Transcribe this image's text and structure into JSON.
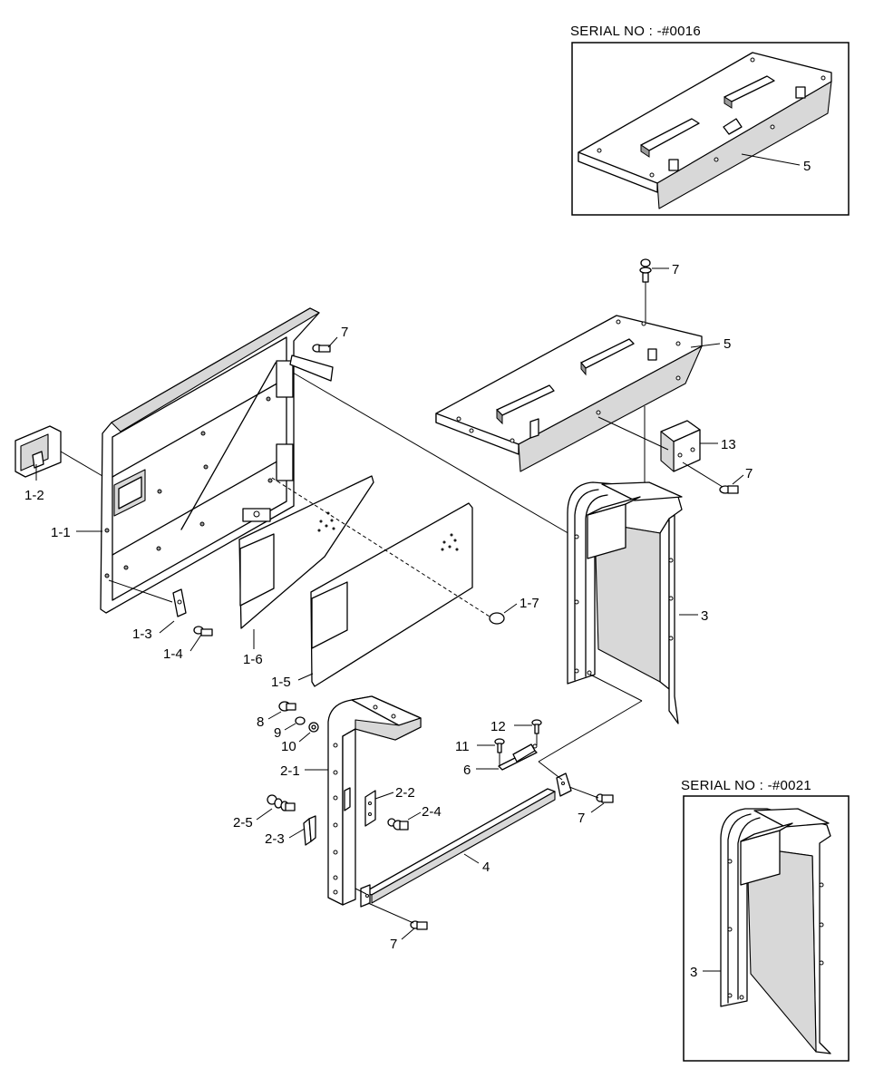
{
  "insets": {
    "top_title": "SERIAL NO : -#0016",
    "bottom_title": "SERIAL NO : -#0021"
  },
  "callouts": {
    "p1_1": "1-1",
    "p1_2": "1-2",
    "p1_3": "1-3",
    "p1_4": "1-4",
    "p1_5": "1-5",
    "p1_6": "1-6",
    "p1_7": "1-7",
    "p2_1": "2-1",
    "p2_2": "2-2",
    "p2_3": "2-3",
    "p2_4": "2-4",
    "p2_5": "2-5",
    "p3": "3",
    "p3_inset": "3",
    "p4": "4",
    "p5": "5",
    "p5_inset": "5",
    "p6": "6",
    "p7_a": "7",
    "p7_b": "7",
    "p7_c": "7",
    "p7_d": "7",
    "p7_e": "7",
    "p8": "8",
    "p9": "9",
    "p10": "10",
    "p11": "11",
    "p12": "12",
    "p13": "13"
  }
}
